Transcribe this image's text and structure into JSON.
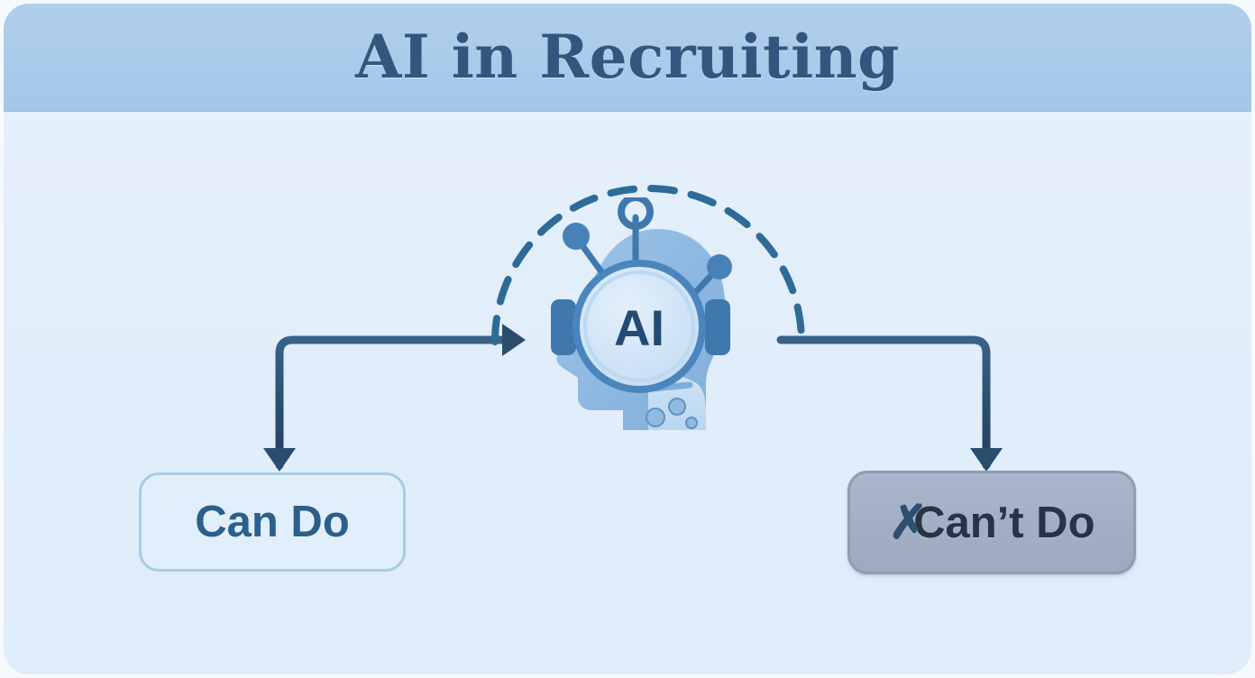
{
  "header": {
    "title": "AI in Recruiting"
  },
  "diagram": {
    "center_node": {
      "label": "AI",
      "icon": "ai-head-icon",
      "description": "Human head silhouette with AI brain circle, antenna nodes and headphone pads"
    },
    "branches": [
      {
        "id": "can-do",
        "label": "Can Do",
        "marker": "",
        "style": "outline",
        "fill_color": "#e2f0fc",
        "border_color": "#a9cbe5",
        "text_color": "#2d5f8b",
        "side": "left"
      },
      {
        "id": "cant-do",
        "label": "Can’t Do",
        "marker": "✗",
        "style": "filled",
        "fill_color": "#a2aec4",
        "border_color": "#8e9cb4",
        "text_color": "#273445",
        "side": "right"
      }
    ],
    "connectors": [
      {
        "id": "left-connector",
        "from": "can-do",
        "to": "center-node",
        "direction": "right-then-up",
        "color": "#2a4d6e"
      },
      {
        "id": "right-connector",
        "from": "center-node",
        "to": "cant-do",
        "direction": "right-then-down",
        "color": "#2a4d6e"
      }
    ],
    "arc": {
      "id": "dashed-arc",
      "style": "dashed",
      "color": "#2e6b96",
      "description": "Dashed semicircular arc over the AI head"
    }
  },
  "colors": {
    "page_background": "#f7fafd",
    "card_background": "#e2eefa",
    "header_background": "#a9caea",
    "header_text": "#33567f",
    "connector": "#2a4d6e",
    "arc": "#2e6b96",
    "icon_blue_dark": "#3f78ad",
    "icon_blue_mid": "#8fb9e0",
    "icon_blue_light": "#cde3f5"
  }
}
